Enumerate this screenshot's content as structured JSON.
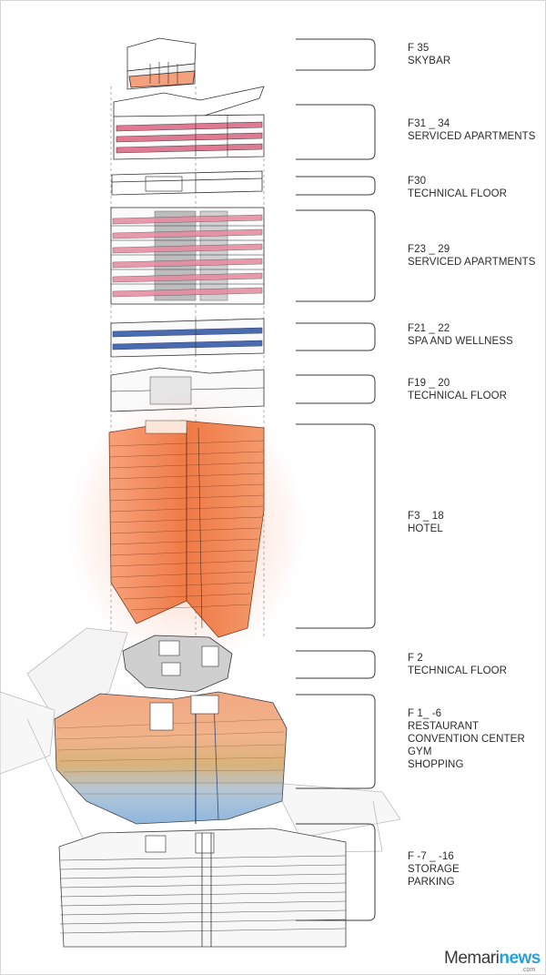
{
  "labels": [
    {
      "id": "f35",
      "lines": [
        "F 35",
        "SKYBAR"
      ]
    },
    {
      "id": "f31-34",
      "lines": [
        "F31 _ 34",
        "SERVICED APARTMENTS"
      ]
    },
    {
      "id": "f30",
      "lines": [
        "F30",
        "TECHNICAL FLOOR"
      ]
    },
    {
      "id": "f23-29",
      "lines": [
        "F23 _ 29",
        "SERVICED APARTMENTS"
      ]
    },
    {
      "id": "f21-22",
      "lines": [
        "F21 _ 22",
        "SPA  AND WELLNESS"
      ]
    },
    {
      "id": "f19-20",
      "lines": [
        "F19 _ 20",
        "TECHNICAL FLOOR"
      ]
    },
    {
      "id": "f3-18",
      "lines": [
        "F3 _ 18",
        "HOTEL"
      ]
    },
    {
      "id": "f2",
      "lines": [
        "F 2",
        "TECHNICAL FLOOR"
      ]
    },
    {
      "id": "f1-6",
      "lines": [
        "F 1_ -6",
        "RESTAURANT",
        "CONVENTION CENTER",
        "GYM",
        "SHOPPING"
      ]
    },
    {
      "id": "f7-16",
      "lines": [
        "F -7 _ -16",
        "STORAGE",
        "PARKING"
      ]
    }
  ],
  "logo": {
    "part1": "Memari",
    "part2": "news",
    "sub": ".com"
  },
  "colors": {
    "hotel": "#f0804f",
    "apartments": "#d9607a",
    "spa": "#3f5fa3",
    "podium_top": "#f3a27c",
    "podium_gold": "#d8b67a",
    "podium_blue": "#9cc0df",
    "bracket": "#3a3a3a"
  }
}
